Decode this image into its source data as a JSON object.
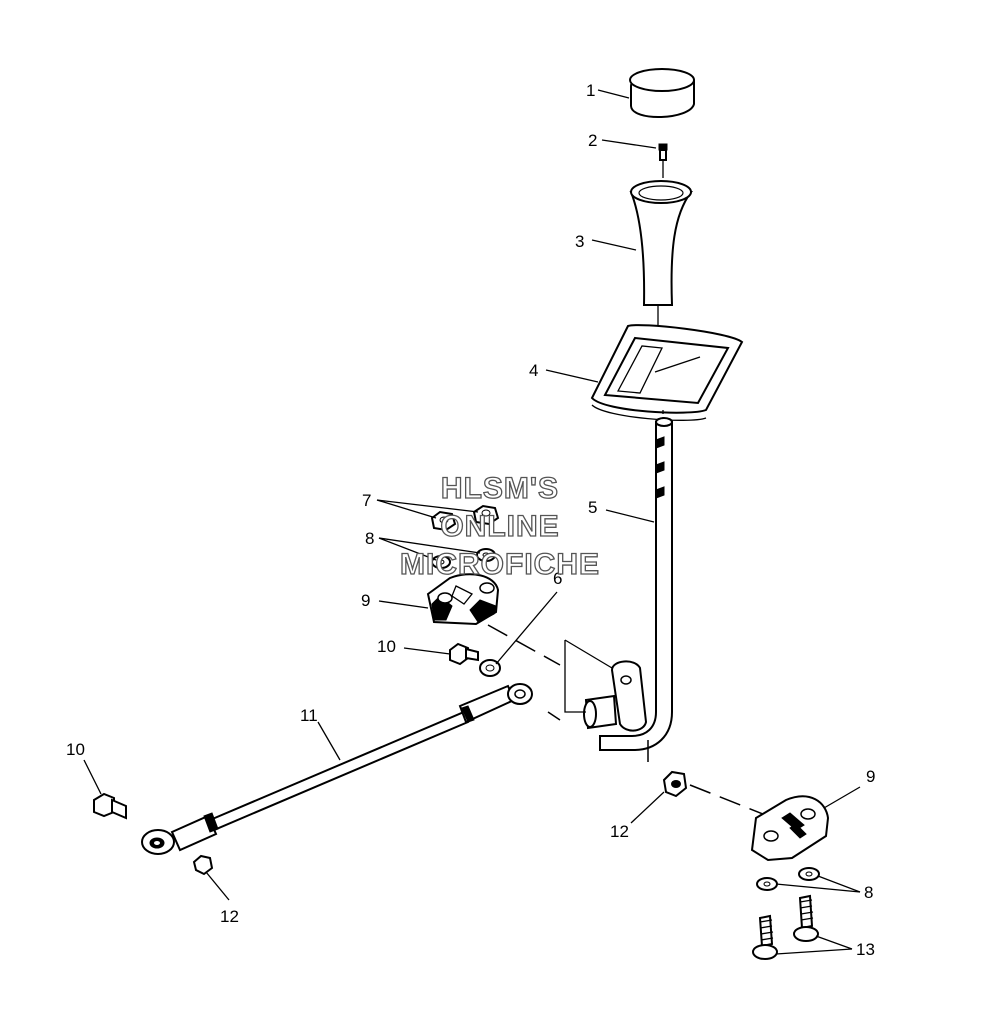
{
  "watermark": {
    "line1": "HLSM'S",
    "line2": "ONLINE",
    "line3": "MICROFICHE"
  },
  "callouts": [
    {
      "id": "c1",
      "text": "1"
    },
    {
      "id": "c2",
      "text": "2"
    },
    {
      "id": "c3",
      "text": "3"
    },
    {
      "id": "c4",
      "text": "4"
    },
    {
      "id": "c5",
      "text": "5"
    },
    {
      "id": "c6",
      "text": "6"
    },
    {
      "id": "c7",
      "text": "7"
    },
    {
      "id": "c8a",
      "text": "8"
    },
    {
      "id": "c9a",
      "text": "9"
    },
    {
      "id": "c10a",
      "text": "10"
    },
    {
      "id": "c11",
      "text": "11"
    },
    {
      "id": "c10b",
      "text": "10"
    },
    {
      "id": "c12a",
      "text": "12"
    },
    {
      "id": "c12b",
      "text": "12"
    },
    {
      "id": "c9b",
      "text": "9"
    },
    {
      "id": "c8b",
      "text": "8"
    },
    {
      "id": "c13",
      "text": "13"
    }
  ]
}
